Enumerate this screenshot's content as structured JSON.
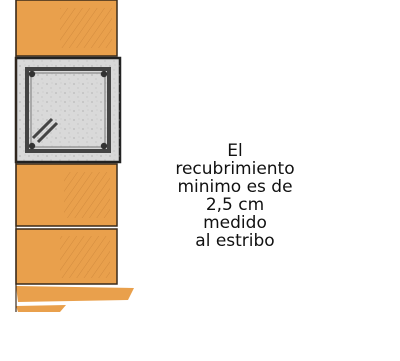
{
  "caption": {
    "lines": [
      "El",
      "recubrimiento",
      "minimo es de",
      "2,5 cm",
      "medido",
      "al estribo"
    ]
  },
  "colors": {
    "brick": "#e9a04c",
    "brick_dark": "#d9893a",
    "mortar": "#3a2a1a",
    "concrete": "#d9d9d9",
    "column_outline": "#222222",
    "stirrup": "#4a4a4a"
  }
}
